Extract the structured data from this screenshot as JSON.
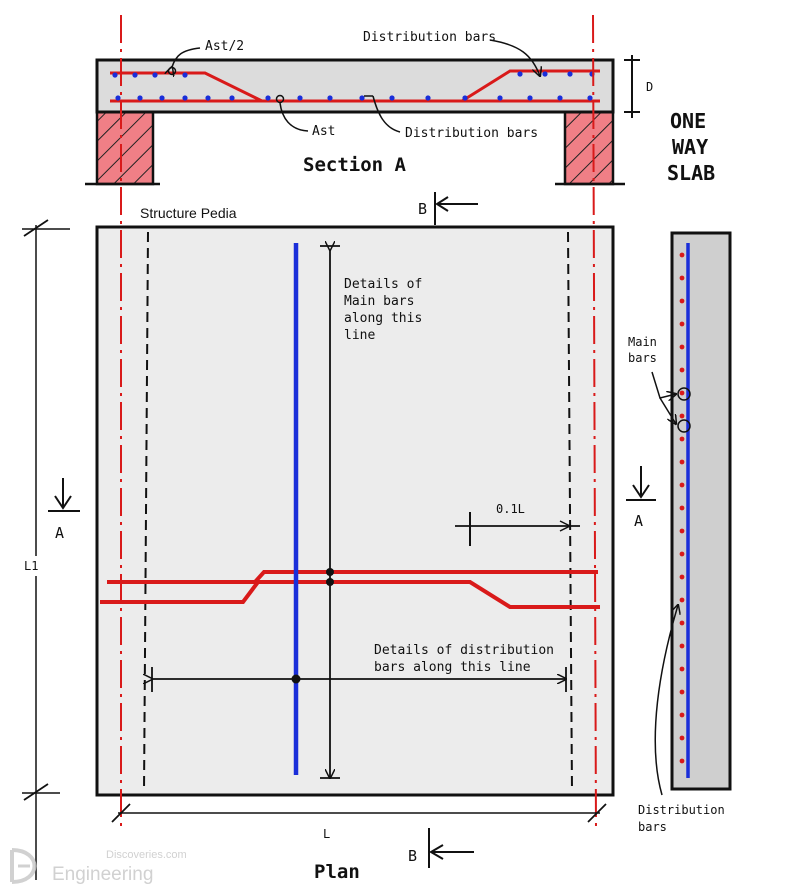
{
  "colors": {
    "concrete": "#dcdcdc",
    "plan_fill": "#ececec",
    "rebar_red": "#d91a1a",
    "rebar_blue": "#1a2ed9",
    "support": "#f07f86",
    "ink": "#111111",
    "watermark": "#c9c9c9"
  },
  "labels": {
    "ast_half": "Ast/2",
    "ast": "Ast",
    "distribution_bars_top": "Distribution bars",
    "distribution_bars_mid": "Distribution bars",
    "depth": "D",
    "section_title": "Section A",
    "one": "ONE",
    "way": "WAY",
    "slab": "SLAB",
    "credit": "Structure Pedia",
    "section_b": "B",
    "section_b_bottom": "B",
    "main_details_1": "Details of",
    "main_details_2": "Main bars",
    "main_details_3": "along this",
    "main_details_4": "line",
    "dist_details_1": "Details of distribution",
    "dist_details_2": "bars along this line",
    "point_one_l": "0.1L",
    "section_a_left": "A",
    "section_a_right": "A",
    "l1": "L1",
    "l": "L",
    "plan_title": "Plan",
    "main_bars_1": "Main",
    "main_bars_2": "bars",
    "distribution_bars_side_1": "Distribution",
    "distribution_bars_side_2": "bars",
    "watermark_1": "Discoveries.com",
    "watermark_2": "Engineering"
  },
  "icons": {
    "logo": "engineering-discoveries-logo-icon"
  }
}
